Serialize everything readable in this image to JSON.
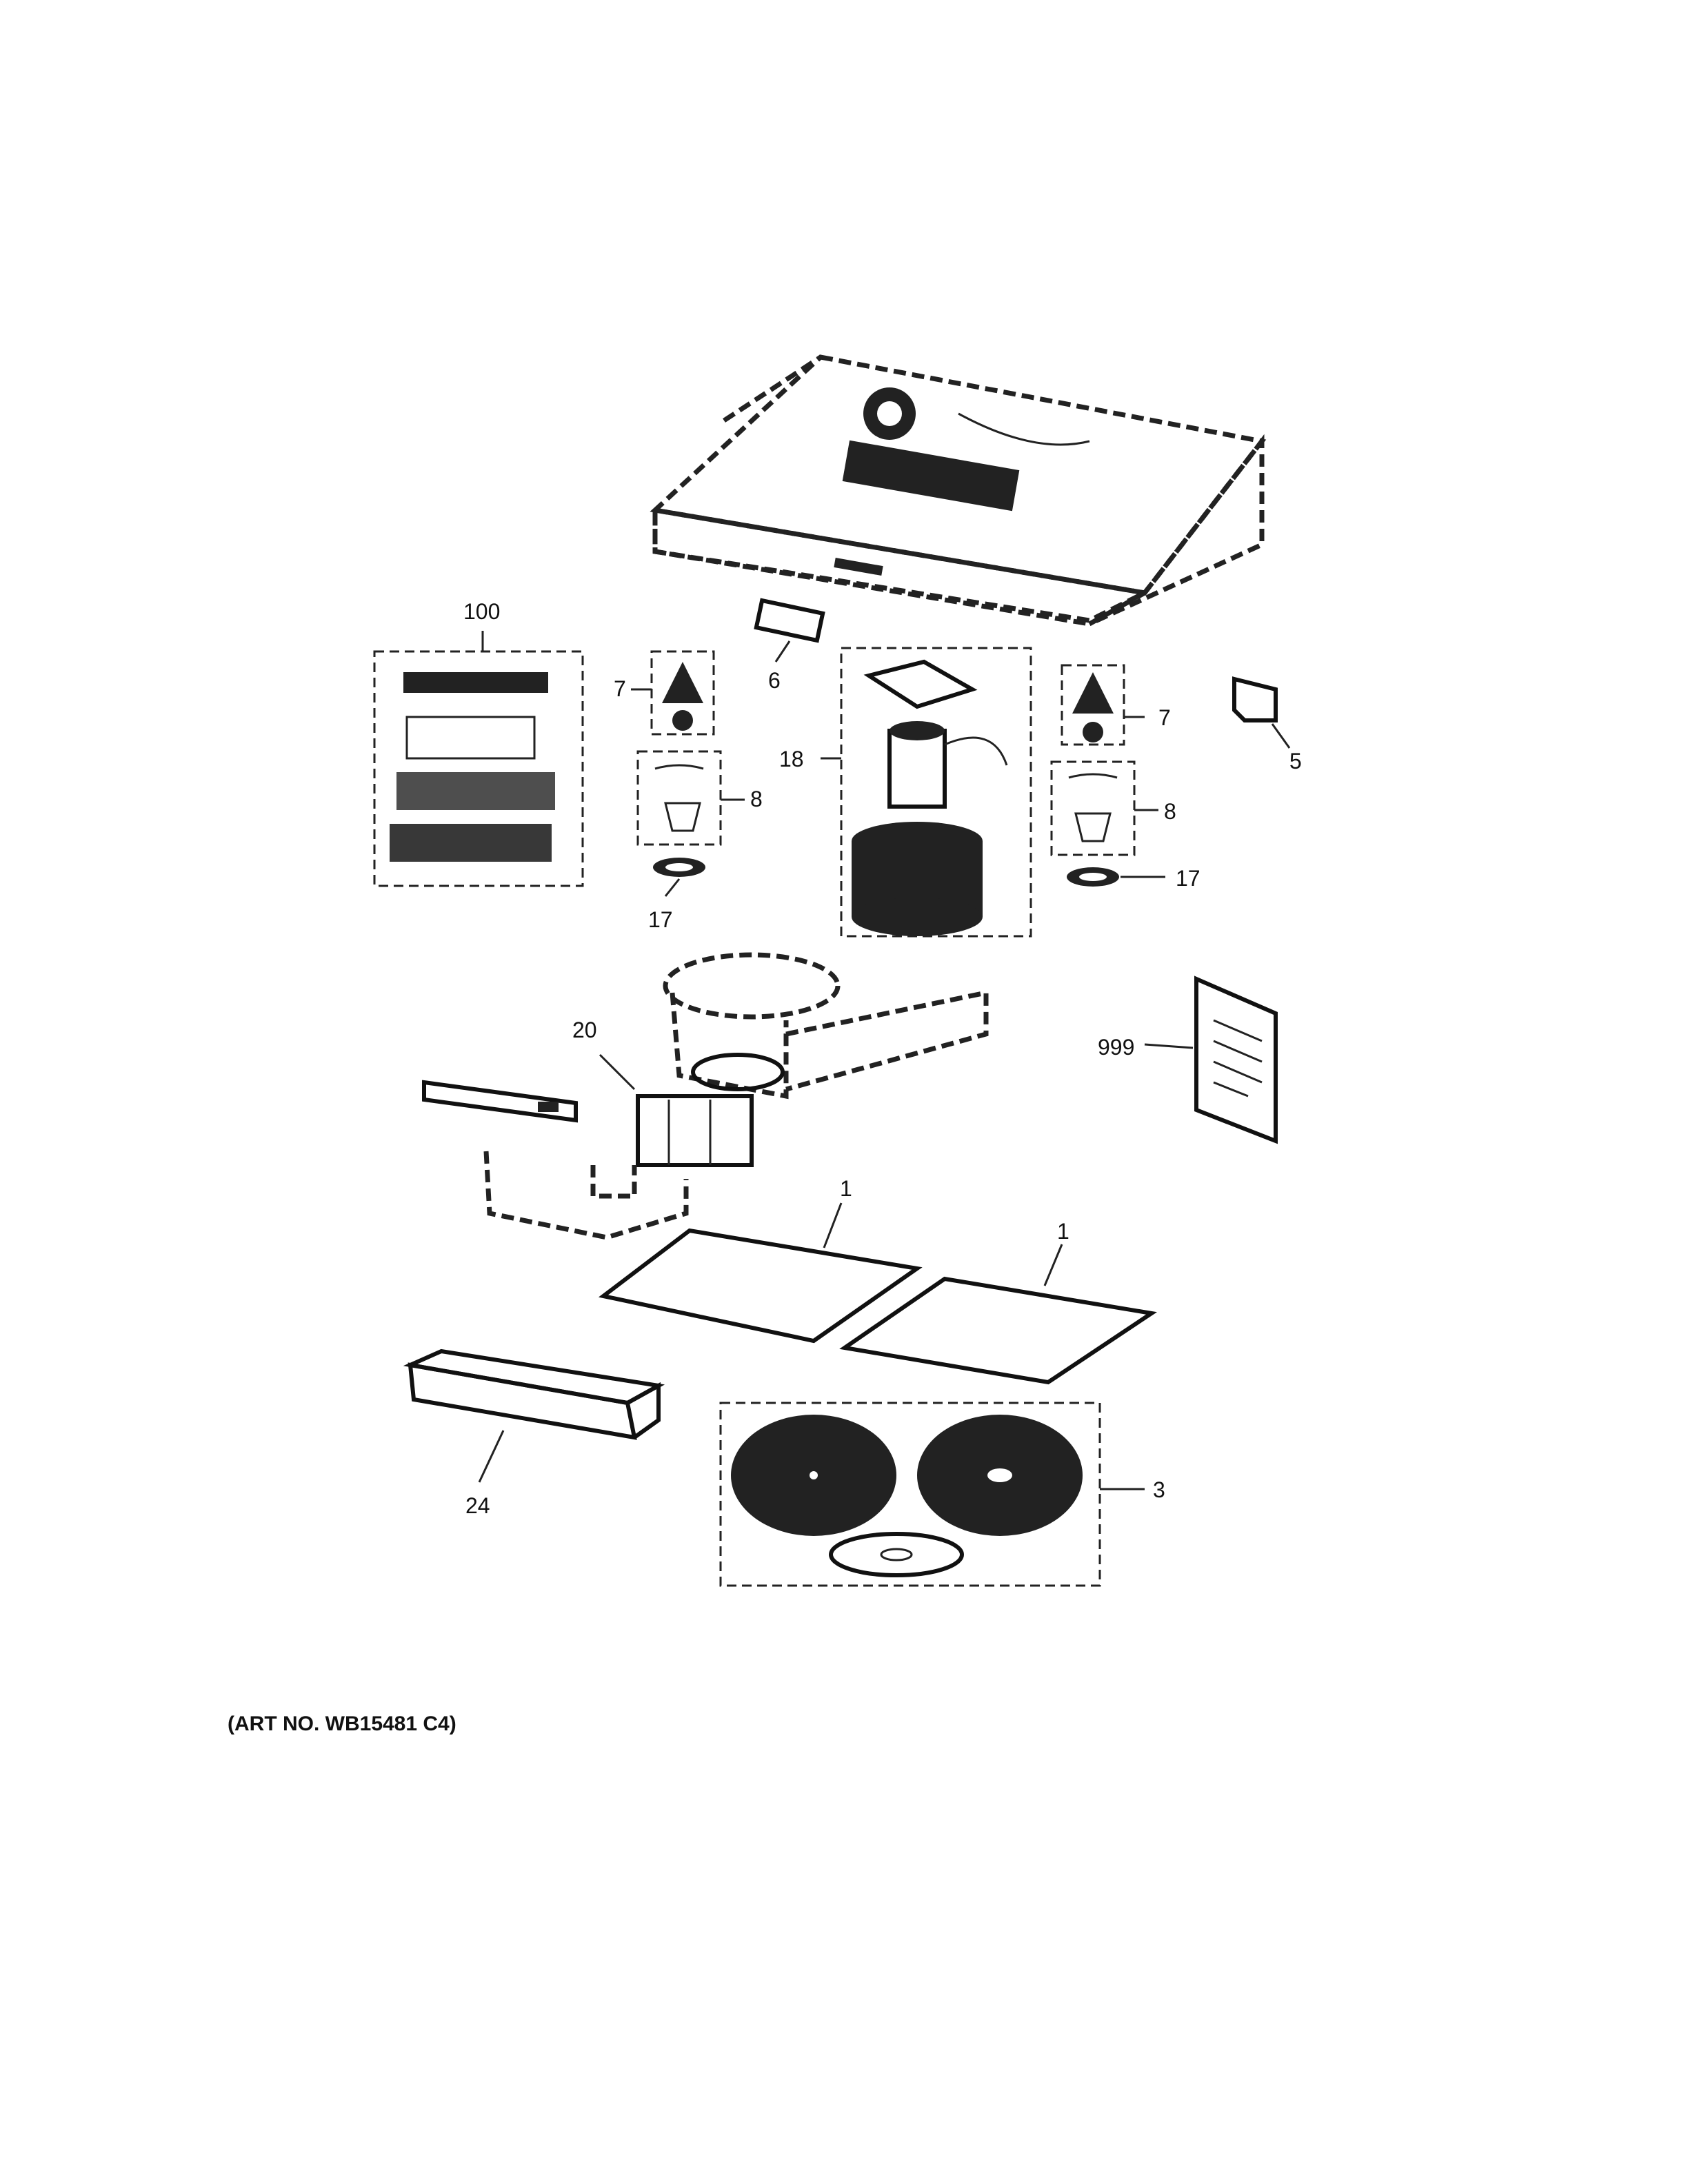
{
  "callouts": {
    "c100": "100",
    "c6": "6",
    "c7a": "7",
    "c7b": "7",
    "c8a": "8",
    "c8b": "8",
    "c17a": "17",
    "c17b": "17",
    "c18": "18",
    "c5": "5",
    "c20": "20",
    "c999": "999",
    "c1a": "1",
    "c1b": "1",
    "c24": "24",
    "c3": "3"
  },
  "art_number": "(ART NO. WB15481 C4)"
}
